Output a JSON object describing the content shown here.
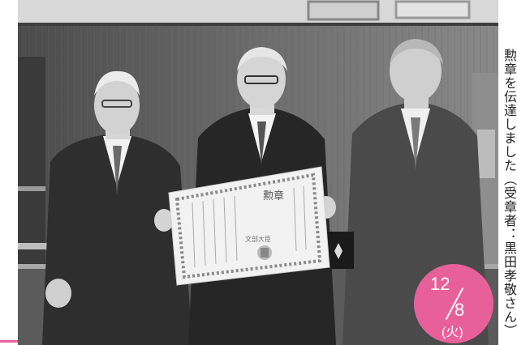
{
  "caption": "勲章を伝達しました（受章者：黒田孝敬さん）",
  "diploma": {
    "heading": "勲章",
    "seal_text": "文部大臣"
  },
  "date_badge": {
    "month": "12",
    "day": "8",
    "weekday": "(火)"
  },
  "colors": {
    "badge": "#e8609a",
    "accent": "#e8609a"
  }
}
